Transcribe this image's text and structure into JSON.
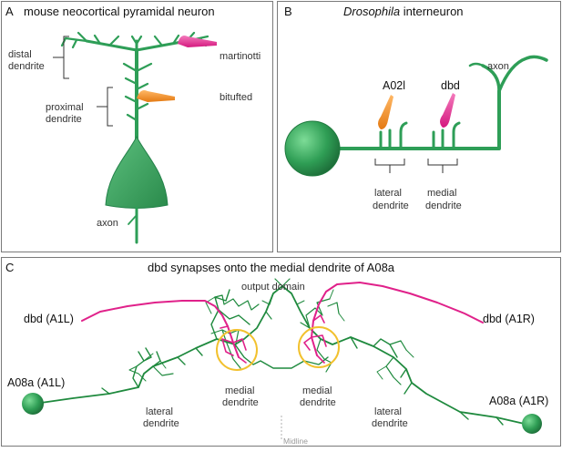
{
  "panels": {
    "a": {
      "letter": "A",
      "title": "mouse neocortical pyramidal neuron",
      "labels": {
        "distal": [
          "distal",
          "dendrite"
        ],
        "proximal": [
          "proximal",
          "dendrite"
        ],
        "martinotti": "martinotti",
        "bitufted": "bitufted",
        "axon": "axon"
      }
    },
    "b": {
      "letter": "B",
      "title_italic": "Drosophila",
      "title_rest": " interneuron",
      "labels": {
        "a02l": "A02l",
        "dbd": "dbd",
        "axon": "axon",
        "lateral": [
          "lateral",
          "dendrite"
        ],
        "medial": [
          "medial",
          "dendrite"
        ]
      }
    },
    "c": {
      "letter": "C",
      "title": "dbd synapses onto the medial dendrite of A08a",
      "labels": {
        "output_domain": "output domain",
        "dbd_left": "dbd (A1L)",
        "dbd_right": "dbd (A1R)",
        "a08a_left": "A08a (A1L)",
        "a08a_right": "A08a (A1R)",
        "medial_left": [
          "medial",
          "dendrite"
        ],
        "medial_right": [
          "medial",
          "dendrite"
        ],
        "lateral_left": [
          "lateral",
          "dendrite"
        ],
        "lateral_right": [
          "lateral",
          "dendrite"
        ],
        "midline": "Midline"
      }
    }
  },
  "colors": {
    "neuron_green": "#2e9e57",
    "dbd_magenta": "#e0218a",
    "orange_input": "#f08a24",
    "circle_yellow": "#f2c12e",
    "frame_gray": "#7a7a7a"
  }
}
